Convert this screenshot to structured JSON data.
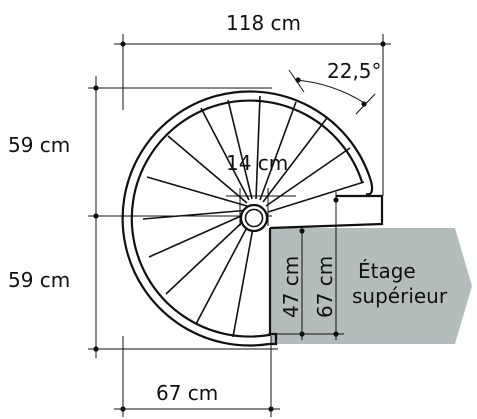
{
  "diagram": {
    "dimensions": {
      "top_width": "118 cm",
      "angle": "22,5°",
      "left_upper_height": "59 cm",
      "left_lower_height": "59 cm",
      "center_column": "14 cm",
      "landing_depth_inner": "47 cm",
      "landing_depth_outer": "67 cm",
      "bottom_width": "67 cm"
    },
    "landing_label": {
      "line1": "Étage",
      "line2": "supérieur"
    },
    "colors": {
      "landing_fill": "#b5bcbc",
      "lines": "#111111",
      "background": "#ffffff"
    }
  }
}
